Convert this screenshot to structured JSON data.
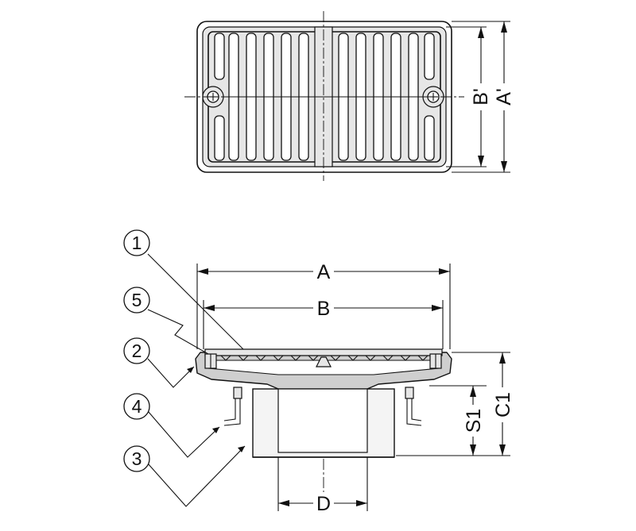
{
  "plan_view": {
    "dimension_labels": {
      "b_prime": "B'",
      "a_prime": "A'"
    }
  },
  "section_view": {
    "dimension_labels": {
      "a": "A",
      "b": "B",
      "c1": "C1",
      "s1": "S1",
      "d": "D"
    }
  },
  "callouts": [
    "1",
    "5",
    "2",
    "4",
    "3"
  ]
}
